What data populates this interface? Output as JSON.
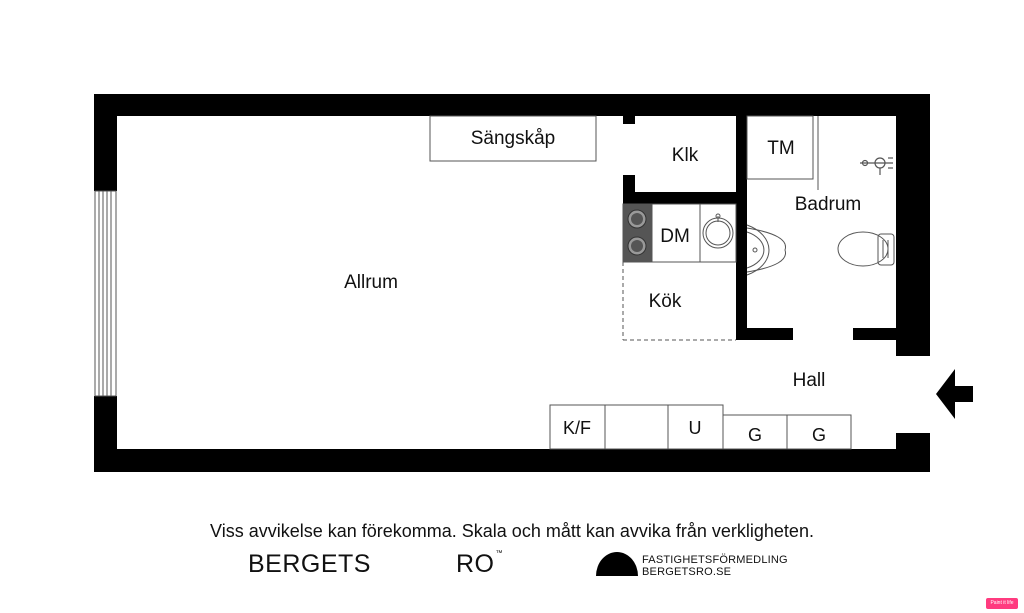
{
  "rooms": {
    "allrum": "Allrum",
    "sangskap": "Sängskåp",
    "klk": "Klk",
    "tm": "TM",
    "badrum": "Badrum",
    "dm": "DM",
    "kok": "Kök",
    "hall": "Hall"
  },
  "fixtures": {
    "kf": "K/F",
    "u": "U",
    "g1": "G",
    "g2": "G"
  },
  "footer": {
    "disclaimer": "Viss avvikelse kan förekomma. Skala och mått kan avvika från verkligheten.",
    "brand_left": "BERGETS",
    "brand_right": "RO",
    "brand_tm": "™",
    "tagline": "FASTIGHETSFÖRMEDLING",
    "website": "BERGETSRO.SE",
    "badge": "Paint it life"
  },
  "colors": {
    "wall": "#000000",
    "line": "#555555",
    "stove": "#555555"
  }
}
